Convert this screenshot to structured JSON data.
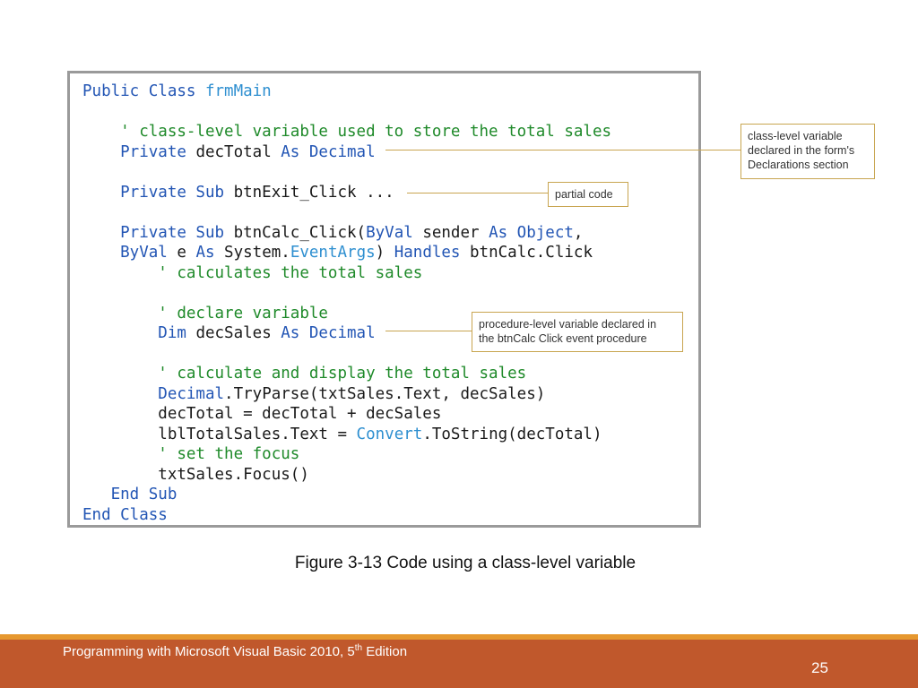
{
  "figure": {
    "code_lines": [
      [
        {
          "t": "kw",
          "s": "Public Class "
        },
        {
          "t": "ty",
          "s": "frmMain"
        }
      ],
      [],
      [
        {
          "t": "cm",
          "s": "    ' class-level variable used to store the total sales"
        }
      ],
      [
        {
          "t": "kw",
          "s": "    Private "
        },
        {
          "t": "tx",
          "s": "decTotal "
        },
        {
          "t": "kw",
          "s": "As Decimal"
        }
      ],
      [],
      [
        {
          "t": "kw",
          "s": "    Private Sub "
        },
        {
          "t": "tx",
          "s": "btnExit_Click ..."
        }
      ],
      [],
      [
        {
          "t": "kw",
          "s": "    Private Sub "
        },
        {
          "t": "tx",
          "s": "btnCalc_Click("
        },
        {
          "t": "kw",
          "s": "ByVal "
        },
        {
          "t": "tx",
          "s": "sender "
        },
        {
          "t": "kw",
          "s": "As Object"
        },
        {
          "t": "tx",
          "s": ","
        }
      ],
      [
        {
          "t": "kw",
          "s": "    ByVal "
        },
        {
          "t": "tx",
          "s": "e "
        },
        {
          "t": "kw",
          "s": "As "
        },
        {
          "t": "tx",
          "s": "System."
        },
        {
          "t": "ty",
          "s": "EventArgs"
        },
        {
          "t": "tx",
          "s": ") "
        },
        {
          "t": "kw",
          "s": "Handles "
        },
        {
          "t": "tx",
          "s": "btnCalc.Click"
        }
      ],
      [
        {
          "t": "cm",
          "s": "        ' calculates the total sales"
        }
      ],
      [],
      [
        {
          "t": "cm",
          "s": "        ' declare variable"
        }
      ],
      [
        {
          "t": "kw",
          "s": "        Dim "
        },
        {
          "t": "tx",
          "s": "decSales "
        },
        {
          "t": "kw",
          "s": "As Decimal"
        }
      ],
      [],
      [
        {
          "t": "cm",
          "s": "        ' calculate and display the total sales"
        }
      ],
      [
        {
          "t": "kw",
          "s": "        Decimal"
        },
        {
          "t": "tx",
          "s": ".TryParse(txtSales.Text, decSales)"
        }
      ],
      [
        {
          "t": "tx",
          "s": "        decTotal = decTotal + decSales"
        }
      ],
      [
        {
          "t": "tx",
          "s": "        lblTotalSales.Text = "
        },
        {
          "t": "ty",
          "s": "Convert"
        },
        {
          "t": "tx",
          "s": ".ToString(decTotal)"
        }
      ],
      [
        {
          "t": "cm",
          "s": "        ' set the focus"
        }
      ],
      [
        {
          "t": "tx",
          "s": "        txtSales.Focus()"
        }
      ],
      [
        {
          "t": "kw",
          "s": "   End Sub"
        }
      ],
      [
        {
          "t": "kw",
          "s": "End Class"
        }
      ]
    ],
    "callouts": {
      "class_level": [
        "class-level variable",
        "declared in the form's",
        "Declarations section"
      ],
      "partial": [
        "partial code"
      ],
      "procedure_level": [
        "procedure-level variable declared in",
        "the btnCalc Click event procedure"
      ]
    },
    "caption": "Figure 3-13 Code using a class-level variable"
  },
  "footer": {
    "book_title_prefix": "Programming with Microsoft Visual Basic 2010, 5",
    "book_title_sup": "th",
    "book_title_suffix": " Edition",
    "page_number": "25"
  },
  "colors": {
    "keyword": "#2255b4",
    "comment": "#1f8a2a",
    "type": "#2e8fd0",
    "callout_border": "#c8a550",
    "footer_bar": "#c0582c",
    "footer_strip": "#e6982f"
  }
}
